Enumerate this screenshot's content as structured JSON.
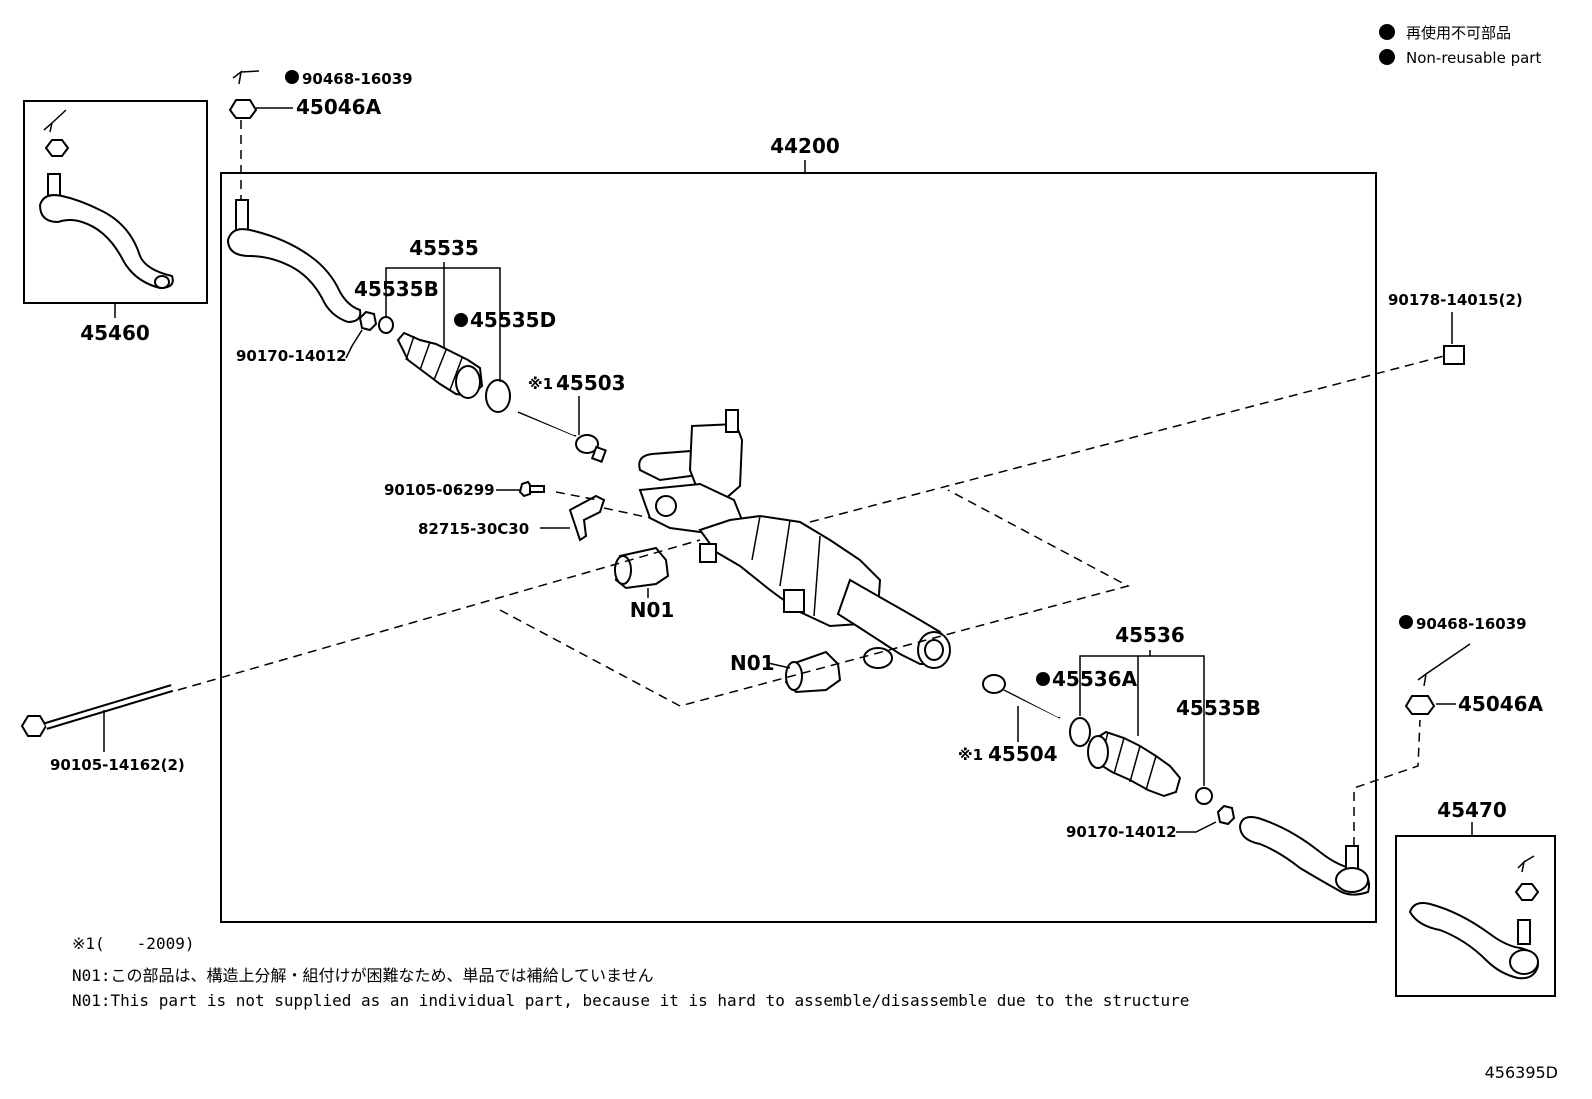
{
  "legend": {
    "marker": "●",
    "line_ja": "再使用不可部品",
    "line_en": "Non-reusable part"
  },
  "labels": {
    "assembly": "44200",
    "tie_end_lh": "45460",
    "tie_end_rh": "45470",
    "nut_top_l": "90468-16039",
    "nut_top_r": "90468-16039",
    "castle_l": "45046A",
    "castle_r": "45046A",
    "boot_kit_l": "45535",
    "boot_kit_r": "45536",
    "clamp_l": "45535B",
    "clamp_r": "45535B",
    "band_l": "45535D",
    "band_r": "45536A",
    "jam_nut_l": "90170-14012",
    "jam_nut_r": "90170-14012",
    "rod_l_prefix": "※1",
    "rod_l": "45503",
    "rod_r_prefix": "※1",
    "rod_r": "45504",
    "bolt_small": "90105-06299",
    "bracket": "82715-30C30",
    "bushing_1": "N01",
    "bushing_2": "N01",
    "nut_mount": "90178-14015(2)",
    "bolt_long": "90105-14162(2)"
  },
  "notes": {
    "line1": "※1(　　-2009)",
    "line2": "N01:この部品は、構造上分解・組付けが困難なため、単品では補給していません",
    "line3": "N01:This part is not supplied as an individual part, because it is hard to assemble/disassemble due to the structure"
  },
  "drawing_number": "456395D"
}
